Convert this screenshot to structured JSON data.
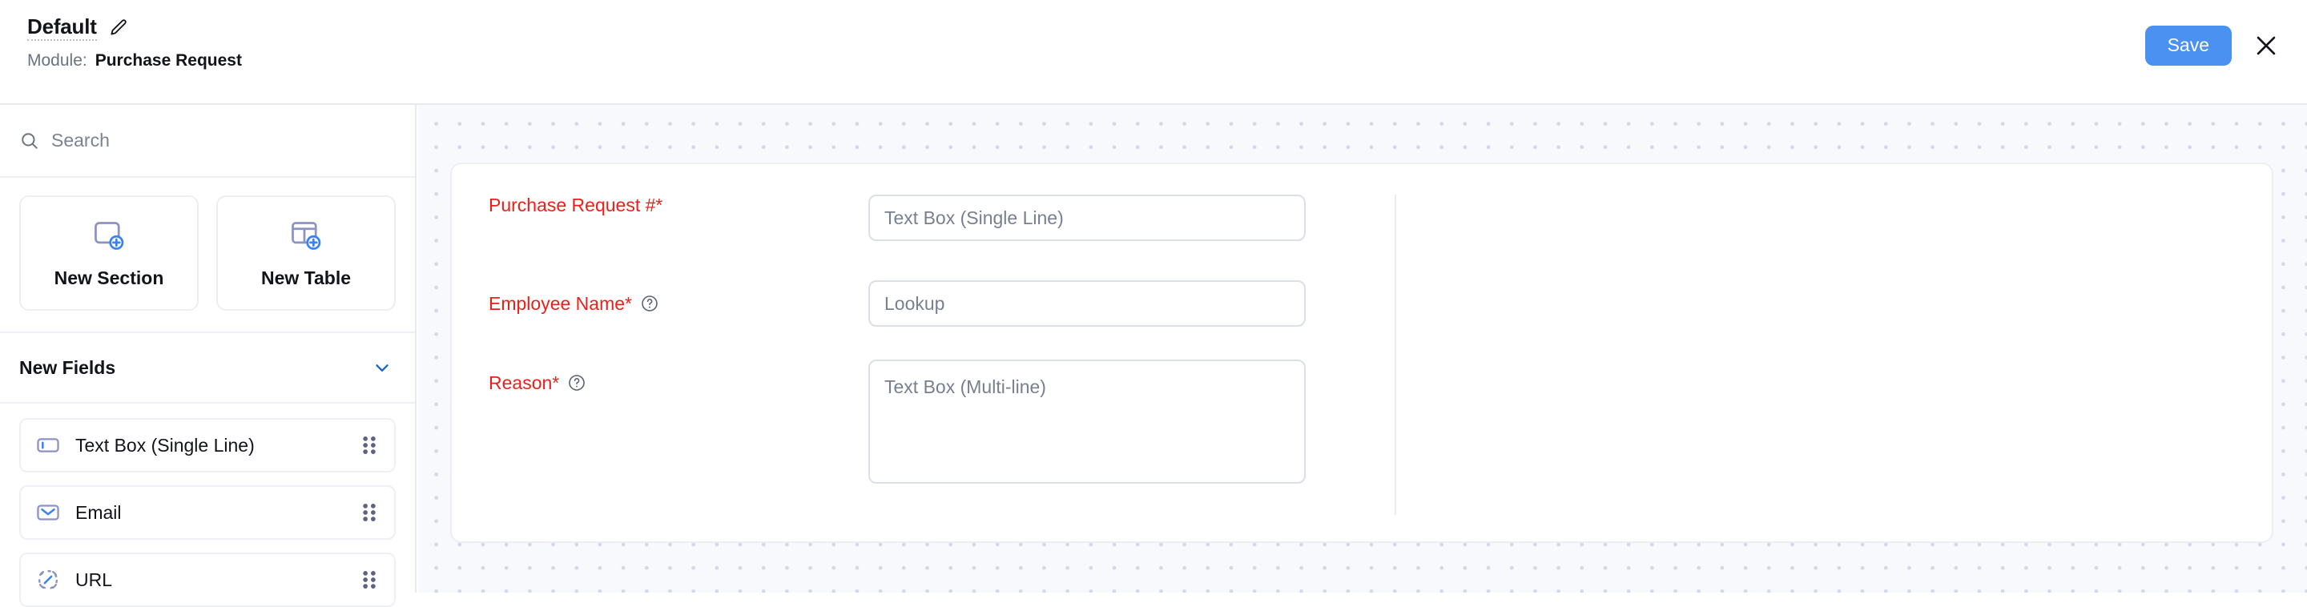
{
  "header": {
    "view_title": "Default",
    "edit_icon": "pencil-icon",
    "module_label": "Module:",
    "module_value": "Purchase Request",
    "save_label": "Save",
    "close_icon": "close-icon",
    "accent_color": "#4a91f2"
  },
  "sidebar": {
    "search": {
      "placeholder": "Search",
      "value": "",
      "icon": "search-icon"
    },
    "create_buttons": [
      {
        "label": "New Section",
        "icon": "new-section-icon"
      },
      {
        "label": "New Table",
        "icon": "new-table-icon"
      }
    ],
    "new_fields": {
      "title": "New Fields",
      "chevron_icon": "chevron-down-icon",
      "items": [
        {
          "label": "Text Box (Single Line)",
          "icon": "single-line-text-icon"
        },
        {
          "label": "Email",
          "icon": "email-icon"
        },
        {
          "label": "URL",
          "icon": "url-icon"
        }
      ]
    }
  },
  "form": {
    "required_color": "#e8211b",
    "fields": [
      {
        "label": "Purchase Request #*",
        "has_help": false,
        "input_type": "text",
        "placeholder": "Text Box (Single Line)",
        "value": ""
      },
      {
        "label": "Employee Name*",
        "has_help": true,
        "help_icon": "help-icon",
        "input_type": "text",
        "placeholder": "Lookup",
        "value": ""
      },
      {
        "label": "Reason*",
        "has_help": true,
        "help_icon": "help-icon",
        "input_type": "textarea",
        "placeholder": "Text Box (Multi-line)",
        "value": ""
      }
    ]
  }
}
